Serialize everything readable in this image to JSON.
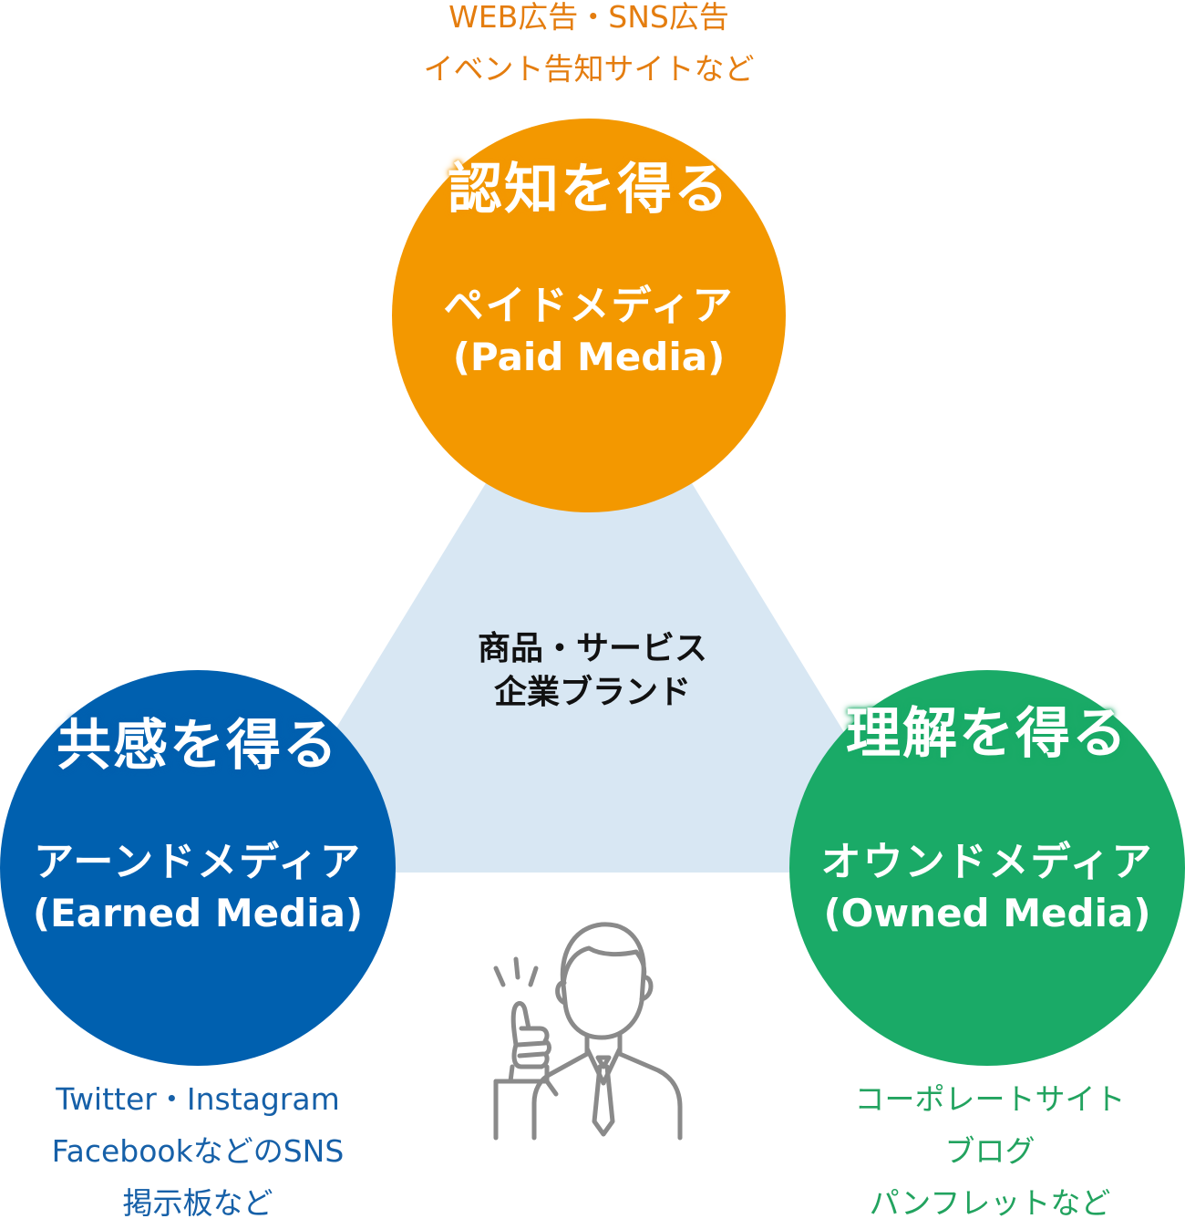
{
  "colors": {
    "paid": "#f39800",
    "earned": "#0060af",
    "owned": "#1aaa67",
    "center_triangle": "#d8e7f3",
    "person_line": "#8a8a8a"
  },
  "center": {
    "line1": "商品・サービス",
    "line2": "企業ブランド"
  },
  "paid": {
    "heading": "認知を得る",
    "name_jp": "ペイドメディア",
    "name_en": "(Paid Media)",
    "examples": [
      "WEB広告・SNS広告",
      "イベント告知サイトなど"
    ]
  },
  "earned": {
    "heading": "共感を得る",
    "name_jp": "アーンドメディア",
    "name_en": "(Earned Media)",
    "examples": [
      "Twitter・Instagram",
      "FacebookなどのSNS",
      "掲示板など"
    ]
  },
  "owned": {
    "heading": "理解を得る",
    "name_jp": "オウンドメディア",
    "name_en": "(Owned Media)",
    "examples": [
      "コーポレートサイト",
      "ブログ",
      "パンフレットなど"
    ]
  },
  "icons": {
    "person": "businessman-thumbs-up-icon"
  }
}
